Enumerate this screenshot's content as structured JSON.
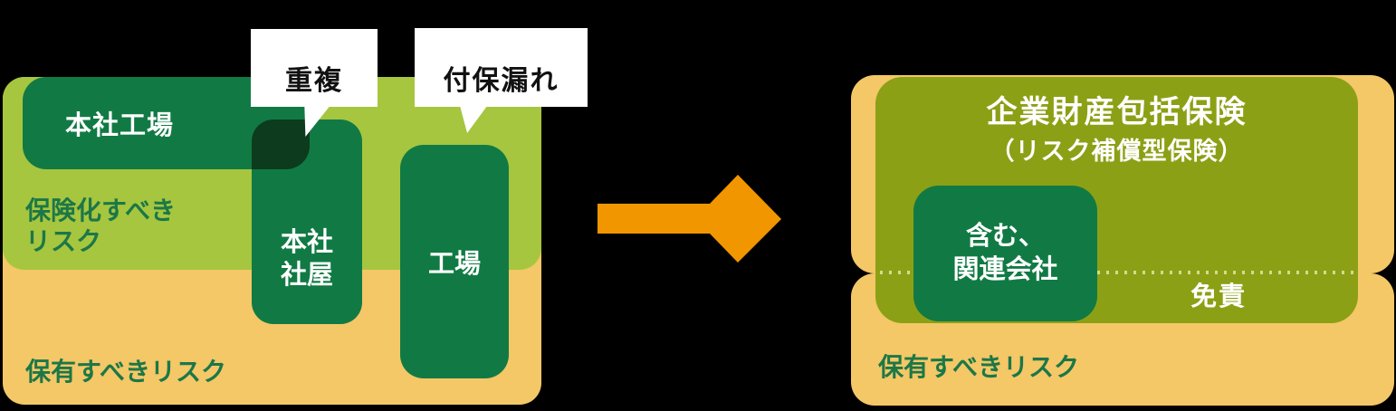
{
  "colors": {
    "background": "#000000",
    "yellow": "#f4c767",
    "light_green": "#a6c63f",
    "olive": "#8ca015",
    "dark_green": "#117a44",
    "overlap_green": "#0c3b1e",
    "arrow_orange": "#f29600",
    "bubble_bg": "#ffffff",
    "bubble_text": "#111111",
    "label_green": "#1c7747",
    "dotted_line": "#d6d98e",
    "white_text": "#ffffff"
  },
  "left_panel": {
    "retained_risk_label": "保有すべきリスク",
    "insurable_risk_line1": "保険化すべき",
    "insurable_risk_line2": "リスク",
    "box_head_office_factory": "本社工場",
    "box_head_office_building_line1": "本社",
    "box_head_office_building_line2": "社屋",
    "box_factory": "工場",
    "bubble_duplication": "重複",
    "bubble_coverage_gap": "付保漏れ"
  },
  "right_panel": {
    "retained_risk_label": "保有すべきリスク",
    "policy_title": "企業財産包括保険",
    "policy_subtitle": "（リスク補償型保険）",
    "included_box_line1": "含む、",
    "included_box_line2": "関連会社",
    "deductible_label": "免責"
  }
}
